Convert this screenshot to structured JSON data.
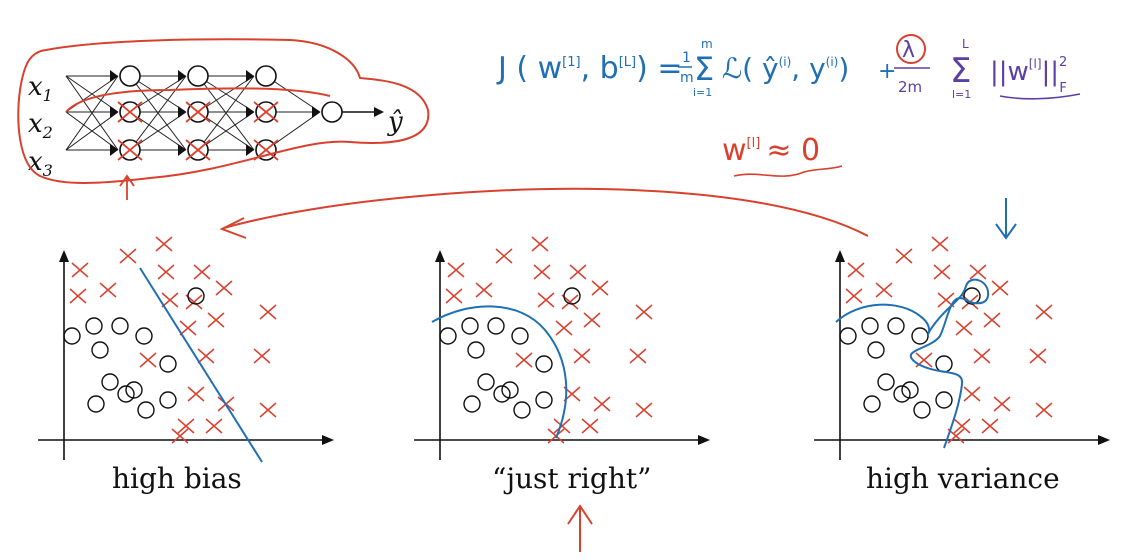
{
  "network": {
    "inputs": [
      "x",
      "x",
      "x"
    ],
    "input_subscripts": [
      "1",
      "2",
      "3"
    ],
    "output": "ŷ",
    "hidden_layers": 3,
    "units_per_layer": 3
  },
  "formula": {
    "cost": "J ( w",
    "cost_w_sup": "[1]",
    "cost_b": ", b",
    "cost_b_sup": "[L]",
    "cost_close": ") =",
    "frac_num": "1",
    "frac_den": "m",
    "sum_top": "m",
    "sum_bottom": "i=1",
    "loss": "ℒ( ŷ",
    "loss_sup1": "(i)",
    "loss_mid": ", y",
    "loss_sup2": "(i)",
    "loss_close": ")",
    "plus": "+",
    "lambda": "λ",
    "reg_den": "2m",
    "reg_sum_top": "L",
    "reg_sum_bottom": "l=1",
    "norm": "||w",
    "norm_sup": "[l]",
    "norm_close": "||",
    "norm_pow": "2",
    "norm_sub": "F"
  },
  "approx_note": {
    "w": "w",
    "sup": "[l]",
    "rest": "≈ 0"
  },
  "panels": [
    {
      "caption": "high bias"
    },
    {
      "caption": "“just right”"
    },
    {
      "caption": "high variance"
    }
  ],
  "colors": {
    "ink": "#111111",
    "red": "#d9412e",
    "blue": "#1f6fb4",
    "purple": "#5b3fa4"
  }
}
